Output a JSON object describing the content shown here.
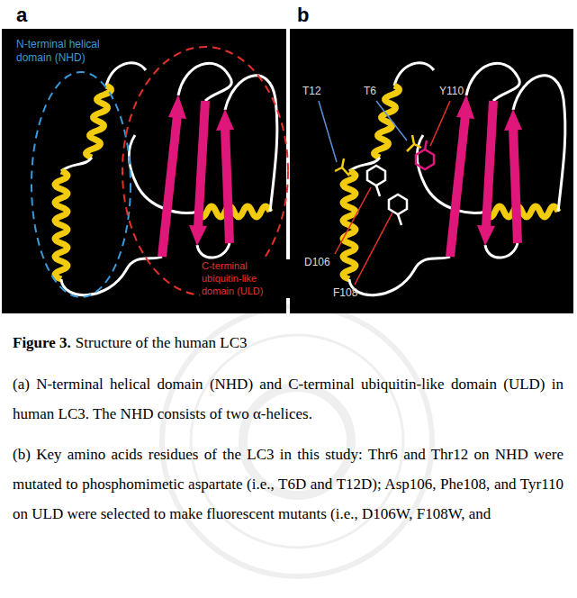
{
  "diagram": {
    "labels": [
      "a",
      "N-terminal helical domain (NHD)",
      "C-terminal ubiquitin-like domain (ULD)",
      "b",
      "T12",
      "T6",
      "Y110",
      "D106",
      "F108",
      "Figure 3.",
      "Structure of the human LC3",
      "(a) N-terminal helical domain (NHD) and C-terminal ubiquitin-like domain (ULD) in human LC3. The NHD consists of two α-helices.",
      "(b) Key amino acids residues of the LC3 in this study: Thr6 and Thr12 on NHD were mutated to phosphomimetic aspartate (i.e., T6D and T12D); Asp106, Phe108, and Tyr110 on ULD were selected to make fluorescent mutants (i.e., D106W, F108W, and"
    ]
  }
}
